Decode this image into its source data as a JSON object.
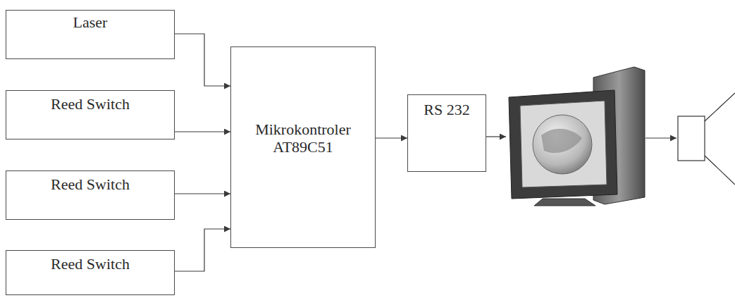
{
  "diagram": {
    "nodes": [
      {
        "text": [
          "Laser"
        ]
      },
      {
        "text": [
          "Reed Switch"
        ]
      },
      {
        "text": [
          "Reed Switch"
        ]
      },
      {
        "text": [
          "Reed Switch"
        ]
      },
      {
        "text": [
          "Mikrokontroler AT89C51"
        ]
      },
      {
        "text": [
          "RS 232"
        ]
      }
    ],
    "edges": [
      {
        "from": 0,
        "to": 4,
        "arrow": "to"
      },
      {
        "from": 1,
        "to": 4,
        "arrow": "to"
      },
      {
        "from": 2,
        "to": 4,
        "arrow": "to"
      },
      {
        "from": 3,
        "to": 4,
        "arrow": "to"
      },
      {
        "from": 4,
        "to": 5,
        "arrow": "to"
      }
    ]
  }
}
